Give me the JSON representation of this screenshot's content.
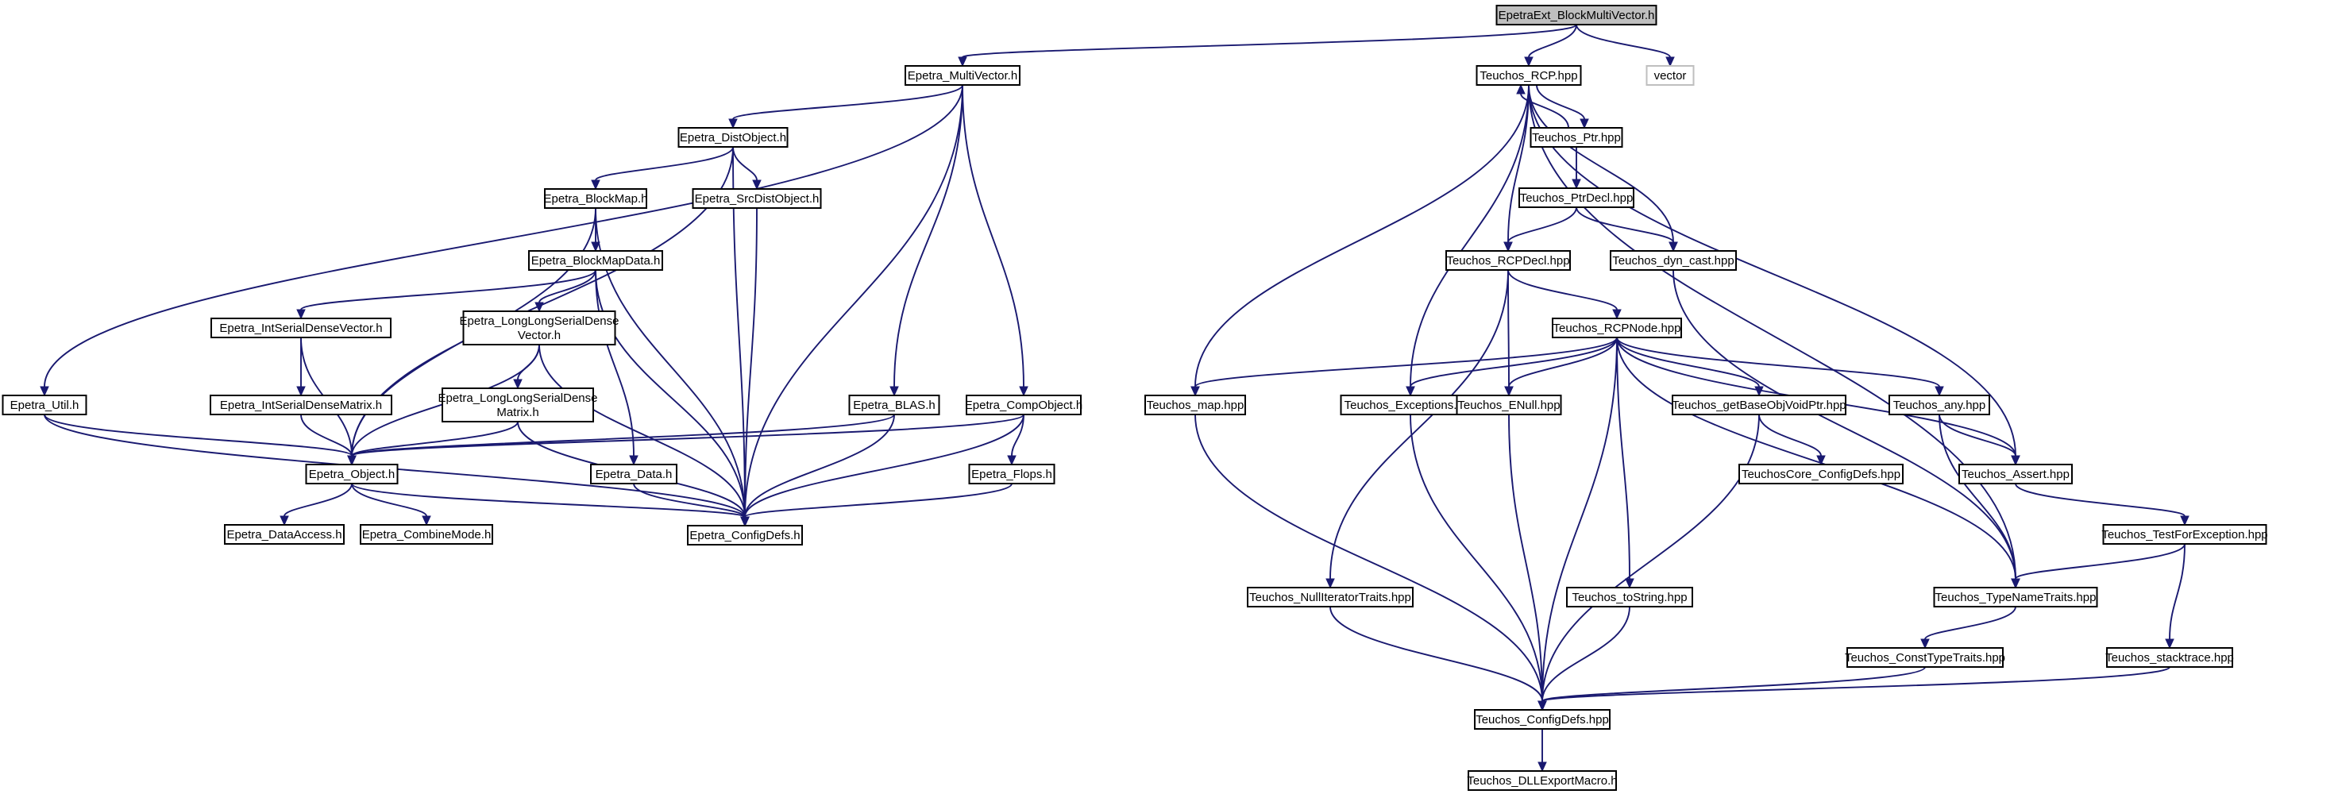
{
  "nodes": [
    {
      "id": "root",
      "lines": [
        "EpetraExt_BlockMultiVector.h"
      ],
      "style": "root"
    },
    {
      "id": "vector",
      "lines": [
        "vector"
      ],
      "style": "ext"
    },
    {
      "id": "mv",
      "lines": [
        "Epetra_MultiVector.h"
      ]
    },
    {
      "id": "rcp",
      "lines": [
        "Teuchos_RCP.hpp"
      ]
    },
    {
      "id": "ptr",
      "lines": [
        "Teuchos_Ptr.hpp"
      ]
    },
    {
      "id": "ptrdecl",
      "lines": [
        "Teuchos_PtrDecl.hpp"
      ]
    },
    {
      "id": "distobj",
      "lines": [
        "Epetra_DistObject.h"
      ]
    },
    {
      "id": "blockmap",
      "lines": [
        "Epetra_BlockMap.h"
      ]
    },
    {
      "id": "srcdist",
      "lines": [
        "Epetra_SrcDistObject.h"
      ]
    },
    {
      "id": "bmdata",
      "lines": [
        "Epetra_BlockMapData.h"
      ]
    },
    {
      "id": "rcpdecl",
      "lines": [
        "Teuchos_RCPDecl.hpp"
      ]
    },
    {
      "id": "dyncast",
      "lines": [
        "Teuchos_dyn_cast.hpp"
      ]
    },
    {
      "id": "isdv",
      "lines": [
        "Epetra_IntSerialDenseVector.h"
      ]
    },
    {
      "id": "llsdv",
      "lines": [
        "Epetra_LongLongSerialDense",
        "Vector.h"
      ]
    },
    {
      "id": "rcpnode",
      "lines": [
        "Teuchos_RCPNode.hpp"
      ]
    },
    {
      "id": "util",
      "lines": [
        "Epetra_Util.h"
      ]
    },
    {
      "id": "isdm",
      "lines": [
        "Epetra_IntSerialDenseMatrix.h"
      ]
    },
    {
      "id": "llsdm",
      "lines": [
        "Epetra_LongLongSerialDense",
        "Matrix.h"
      ]
    },
    {
      "id": "blas",
      "lines": [
        "Epetra_BLAS.h"
      ]
    },
    {
      "id": "compobj",
      "lines": [
        "Epetra_CompObject.h"
      ]
    },
    {
      "id": "tmap",
      "lines": [
        "Teuchos_map.hpp"
      ]
    },
    {
      "id": "texc",
      "lines": [
        "Teuchos_Exceptions.hpp"
      ]
    },
    {
      "id": "enull",
      "lines": [
        "Teuchos_ENull.hpp"
      ]
    },
    {
      "id": "getbase",
      "lines": [
        "Teuchos_getBaseObjVoidPtr.hpp"
      ]
    },
    {
      "id": "tany",
      "lines": [
        "Teuchos_any.hpp"
      ]
    },
    {
      "id": "object",
      "lines": [
        "Epetra_Object.h"
      ]
    },
    {
      "id": "data",
      "lines": [
        "Epetra_Data.h"
      ]
    },
    {
      "id": "flops",
      "lines": [
        "Epetra_Flops.h"
      ]
    },
    {
      "id": "tccore",
      "lines": [
        "TeuchosCore_ConfigDefs.hpp"
      ]
    },
    {
      "id": "assert",
      "lines": [
        "Teuchos_Assert.hpp"
      ]
    },
    {
      "id": "dataaccess",
      "lines": [
        "Epetra_DataAccess.h"
      ]
    },
    {
      "id": "combine",
      "lines": [
        "Epetra_CombineMode.h"
      ]
    },
    {
      "id": "econfig",
      "lines": [
        "Epetra_ConfigDefs.h"
      ]
    },
    {
      "id": "testexc",
      "lines": [
        "Teuchos_TestForException.hpp"
      ]
    },
    {
      "id": "nulliter",
      "lines": [
        "Teuchos_NullIteratorTraits.hpp"
      ]
    },
    {
      "id": "tostring",
      "lines": [
        "Teuchos_toString.hpp"
      ]
    },
    {
      "id": "typename",
      "lines": [
        "Teuchos_TypeNameTraits.hpp"
      ]
    },
    {
      "id": "consttype",
      "lines": [
        "Teuchos_ConstTypeTraits.hpp"
      ]
    },
    {
      "id": "stacktrace",
      "lines": [
        "Teuchos_stacktrace.hpp"
      ]
    },
    {
      "id": "tconfig",
      "lines": [
        "Teuchos_ConfigDefs.hpp"
      ]
    },
    {
      "id": "dllexport",
      "lines": [
        "Teuchos_DLLExportMacro.h"
      ]
    }
  ],
  "edges": [
    [
      "root",
      "mv"
    ],
    [
      "root",
      "rcp"
    ],
    [
      "root",
      "vector"
    ],
    [
      "mv",
      "distobj"
    ],
    [
      "mv",
      "util"
    ],
    [
      "mv",
      "blas"
    ],
    [
      "mv",
      "compobj"
    ],
    [
      "mv",
      "econfig"
    ],
    [
      "distobj",
      "object"
    ],
    [
      "distobj",
      "blockmap"
    ],
    [
      "distobj",
      "srcdist"
    ],
    [
      "distobj",
      "econfig"
    ],
    [
      "blockmap",
      "object"
    ],
    [
      "blockmap",
      "bmdata"
    ],
    [
      "blockmap",
      "econfig"
    ],
    [
      "srcdist",
      "econfig"
    ],
    [
      "bmdata",
      "isdv"
    ],
    [
      "bmdata",
      "llsdv"
    ],
    [
      "bmdata",
      "data"
    ],
    [
      "bmdata",
      "econfig"
    ],
    [
      "isdv",
      "object"
    ],
    [
      "isdv",
      "isdm"
    ],
    [
      "llsdv",
      "object"
    ],
    [
      "llsdv",
      "llsdm"
    ],
    [
      "llsdv",
      "econfig"
    ],
    [
      "isdm",
      "object"
    ],
    [
      "llsdm",
      "object"
    ],
    [
      "llsdm",
      "econfig"
    ],
    [
      "util",
      "object"
    ],
    [
      "util",
      "econfig"
    ],
    [
      "blas",
      "object"
    ],
    [
      "blas",
      "econfig"
    ],
    [
      "compobj",
      "object"
    ],
    [
      "compobj",
      "flops"
    ],
    [
      "compobj",
      "econfig"
    ],
    [
      "object",
      "dataaccess"
    ],
    [
      "object",
      "combine"
    ],
    [
      "object",
      "econfig"
    ],
    [
      "data",
      "econfig"
    ],
    [
      "flops",
      "econfig"
    ],
    [
      "rcp",
      "ptr"
    ],
    [
      "ptr",
      "rcp"
    ],
    [
      "ptr",
      "ptrdecl"
    ],
    [
      "rcp",
      "rcpdecl"
    ],
    [
      "rcp",
      "dyncast"
    ],
    [
      "rcp",
      "tmap"
    ],
    [
      "rcp",
      "texc"
    ],
    [
      "rcp",
      "assert"
    ],
    [
      "rcp",
      "typename"
    ],
    [
      "ptrdecl",
      "rcpdecl"
    ],
    [
      "ptrdecl",
      "dyncast"
    ],
    [
      "rcpdecl",
      "rcpnode"
    ],
    [
      "rcpdecl",
      "enull"
    ],
    [
      "rcpdecl",
      "nulliter"
    ],
    [
      "dyncast",
      "typename"
    ],
    [
      "rcpnode",
      "tmap"
    ],
    [
      "rcpnode",
      "texc"
    ],
    [
      "rcpnode",
      "enull"
    ],
    [
      "rcpnode",
      "getbase"
    ],
    [
      "rcpnode",
      "tany"
    ],
    [
      "rcpnode",
      "assert"
    ],
    [
      "rcpnode",
      "typename"
    ],
    [
      "rcpnode",
      "tostring"
    ],
    [
      "rcpnode",
      "tconfig"
    ],
    [
      "tmap",
      "tconfig"
    ],
    [
      "texc",
      "tconfig"
    ],
    [
      "enull",
      "tconfig"
    ],
    [
      "getbase",
      "tccore"
    ],
    [
      "getbase",
      "tconfig"
    ],
    [
      "tany",
      "assert"
    ],
    [
      "tany",
      "typename"
    ],
    [
      "assert",
      "testexc"
    ],
    [
      "testexc",
      "typename"
    ],
    [
      "testexc",
      "stacktrace"
    ],
    [
      "nulliter",
      "tconfig"
    ],
    [
      "tostring",
      "tconfig"
    ],
    [
      "typename",
      "consttype"
    ],
    [
      "consttype",
      "tconfig"
    ],
    [
      "stacktrace",
      "tconfig"
    ],
    [
      "tconfig",
      "dllexport"
    ]
  ]
}
